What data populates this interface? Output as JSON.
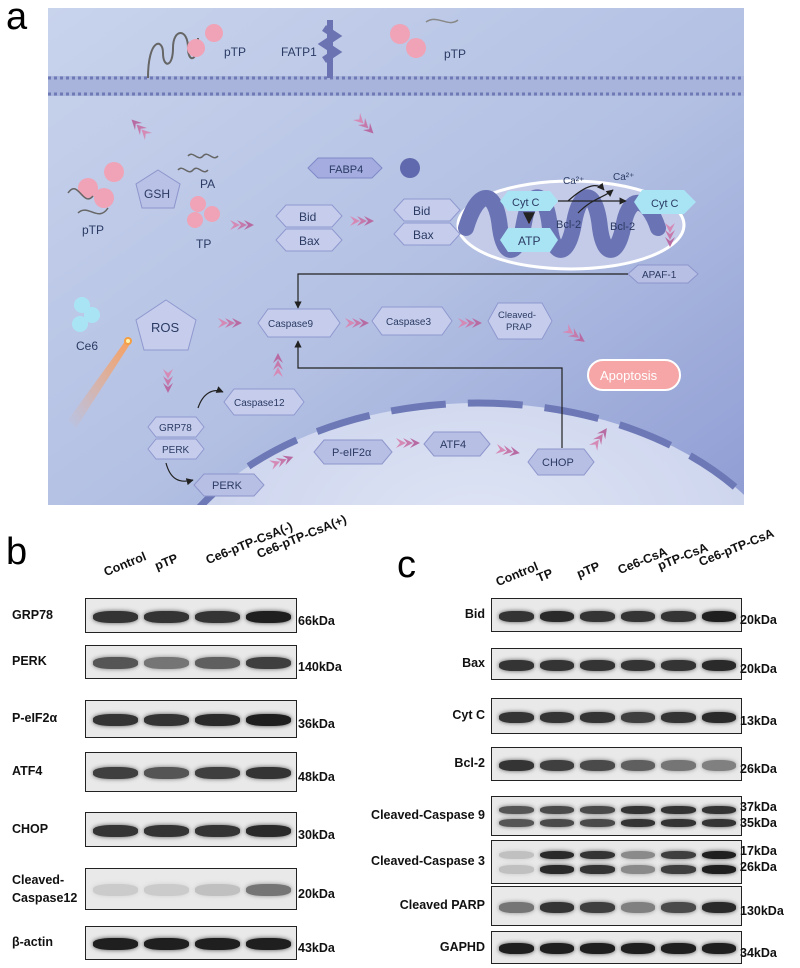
{
  "panels": {
    "a": "a",
    "b": "b",
    "c": "c"
  },
  "diagram": {
    "pTP_left": "pTP",
    "FATP1": "FATP1",
    "pTP_right": "pTP",
    "FABP4": "FABP4",
    "PA": "PA",
    "GSH": "GSH",
    "pTP_mid": "pTP",
    "TP": "TP",
    "Bid1": "Bid",
    "Bax1": "Bax",
    "Bid2": "Bid",
    "Bax2": "Bax",
    "CytC_in": "Cyt C",
    "ATP": "ATP",
    "Ca1": "Ca²⁺",
    "Ca2": "Ca²⁺",
    "Bcl2_a": "Bcl-2",
    "Bcl2_b": "Bcl-2",
    "CytC_out": "Cyt C",
    "APAF1": "APAF-1",
    "Ce6": "Ce6",
    "ROS": "ROS",
    "Caspase9": "Caspase9",
    "Caspase3": "Caspase3",
    "CleavedPRAP": [
      "Cleaved-",
      "PRAP"
    ],
    "Apoptosis": "Apoptosis",
    "Caspase12": "Caspase12",
    "GRP78": "GRP78",
    "PERK_box": "PERK",
    "PERK_low": "PERK",
    "PeIF2a": "P-eIF2α",
    "ATF4": "ATF4",
    "CHOP": "CHOP"
  },
  "blot_b": {
    "lanes": [
      "Control",
      "pTP",
      "Ce6-pTP-CsA(-)",
      "Ce6-pTP-CsA(+)"
    ],
    "rows": [
      {
        "label": "GRP78",
        "kda": "66kDa",
        "intensity": [
          0.85,
          0.85,
          0.85,
          0.95
        ]
      },
      {
        "label": "PERK",
        "kda": "140kDa",
        "intensity": [
          0.7,
          0.55,
          0.65,
          0.8
        ]
      },
      {
        "label": "P-eIF2α",
        "kda": "36kDa",
        "intensity": [
          0.85,
          0.85,
          0.9,
          0.95
        ]
      },
      {
        "label": "ATF4",
        "kda": "48kDa",
        "intensity": [
          0.8,
          0.7,
          0.8,
          0.85
        ]
      },
      {
        "label": "CHOP",
        "kda": "30kDa",
        "intensity": [
          0.85,
          0.85,
          0.85,
          0.9
        ]
      },
      {
        "label": "Cleaved-",
        "label2": "Caspase12",
        "kda": "20kDa",
        "intensity": [
          0.15,
          0.15,
          0.2,
          0.55
        ]
      },
      {
        "label": "β-actin",
        "kda": "43kDa",
        "intensity": [
          0.95,
          0.95,
          0.95,
          0.95
        ]
      }
    ]
  },
  "blot_c": {
    "lanes": [
      "Control",
      "TP",
      "pTP",
      "Ce6-CsA",
      "pTP-CsA",
      "Ce6-pTP-CsA"
    ],
    "rows": [
      {
        "label": "Bid",
        "kda": "20kDa",
        "intensity": [
          0.85,
          0.9,
          0.85,
          0.85,
          0.85,
          0.95
        ]
      },
      {
        "label": "Bax",
        "kda": "20kDa",
        "intensity": [
          0.85,
          0.85,
          0.85,
          0.85,
          0.85,
          0.9
        ]
      },
      {
        "label": "Cyt C",
        "kda": "13kDa",
        "intensity": [
          0.85,
          0.85,
          0.85,
          0.8,
          0.85,
          0.9
        ]
      },
      {
        "label": "Bcl-2",
        "kda": "26kDa",
        "intensity": [
          0.85,
          0.8,
          0.75,
          0.65,
          0.55,
          0.5
        ]
      },
      {
        "label": "Cleaved-Caspase 9",
        "kda": "37kDa",
        "kda2": "35kDa",
        "intensity": [
          0.7,
          0.75,
          0.75,
          0.85,
          0.85,
          0.85
        ]
      },
      {
        "label": "Cleaved-Caspase 3",
        "kda": "17kDa",
        "kda2": "26kDa",
        "intensity": [
          0.2,
          0.9,
          0.85,
          0.45,
          0.8,
          0.95
        ]
      },
      {
        "label": "Cleaved PARP",
        "kda": "130kDa",
        "intensity": [
          0.55,
          0.85,
          0.8,
          0.5,
          0.75,
          0.9
        ]
      },
      {
        "label": "GAPHD",
        "kda": "34kDa",
        "intensity": [
          0.95,
          0.95,
          0.95,
          0.95,
          0.95,
          0.95
        ]
      }
    ]
  }
}
